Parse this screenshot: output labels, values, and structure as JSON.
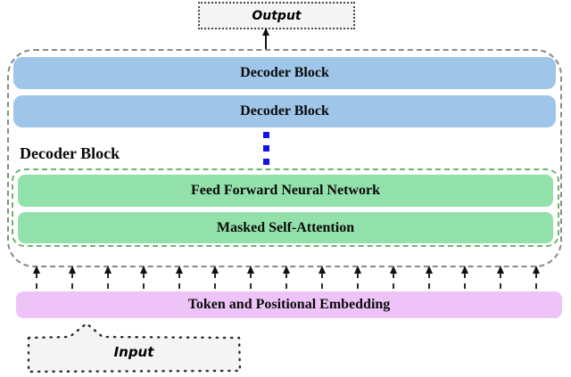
{
  "diagram": {
    "output_label": "Output",
    "input_label": "Input",
    "decoder_stack": {
      "blocks": [
        "Decoder Block",
        "Decoder Block"
      ],
      "ellipsis_dots": 3,
      "expanded_block": {
        "label": "Decoder Block",
        "layers": {
          "feed_forward": "Feed Forward Neural Network",
          "masked_attention": "Masked Self-Attention"
        }
      }
    },
    "embedding_label": "Token and Positional Embedding",
    "input_arrow_count": 15,
    "colors": {
      "decoder_block_fill": "#9fc5e8",
      "layer_fill": "#92e0aa",
      "embedding_fill": "#eec4f8",
      "terminal_fill": "#f4f4f4",
      "dots_color": "#1414e8",
      "green_border": "#6db56f",
      "outer_border": "#8a8a8a"
    }
  }
}
